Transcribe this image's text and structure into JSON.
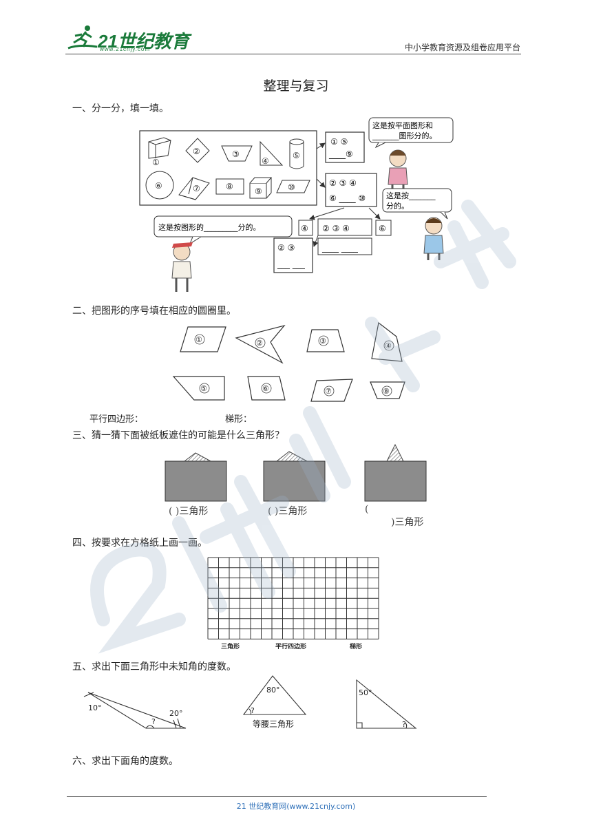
{
  "header": {
    "logo_text": "21世纪教育",
    "logo_url": "www.21cnjy.com",
    "platform": "中小学教育资源及组卷应用平台"
  },
  "title": "整理与复习",
  "q1": {
    "heading": "一、分一分，填一填。",
    "shape_numbers": [
      "①",
      "②",
      "③",
      "④",
      "⑤",
      "⑥",
      "⑦",
      "⑧",
      "⑨",
      "⑩"
    ],
    "box_a_row1": "①   ⑤",
    "box_a_row2": "____⑨",
    "box_b_row1": "②  ③  ④",
    "box_b_row2": "⑥ ____ ⑩",
    "bubble_top_line1": "这是按平面图形和",
    "bubble_top_line2": "_______图形分的。",
    "bubble_mid_line1": "这是按_______",
    "bubble_mid_line2": "分的。",
    "bubble_left": "这是按图形的_________分的。",
    "box_four": "④",
    "box_middle": "②  ③  ④",
    "box_six": "⑥",
    "box_c_row1": "②   ③",
    "box_c_row2": "___ ___",
    "box_d_row2": "____ ____"
  },
  "q2": {
    "heading": "二、把图形的序号填在相应的圆圈里。",
    "shape_numbers": [
      "①",
      "②",
      "③",
      "④",
      "⑤",
      "⑥",
      "⑦",
      "⑧"
    ],
    "label_parallelogram": "平行四边形：",
    "label_trapezoid": "梯形："
  },
  "q3": {
    "heading": "三、猜一猜下面被纸板遮住的可能是什么三角形？",
    "answer1": "(      )三角形",
    "answer2": "(      )三角形",
    "answer3_open": "(",
    "answer3_close": ")三角形"
  },
  "q4": {
    "heading": "四、按要求在方格纸上画一画。",
    "labels": [
      "三角形",
      "平行四边形",
      "梯形"
    ]
  },
  "q5": {
    "heading": "五、求出下面三角形中未知角的度数。",
    "t1_angle_a": "10°",
    "t1_angle_b": "20°",
    "unknown": "?",
    "t2_angle": "80°",
    "t2_caption": "等腰三角形",
    "t3_angle": "50°"
  },
  "q6": {
    "heading": "六、求出下面角的度数。"
  },
  "footer": {
    "text": "21 世纪教育网(www.21cnjy.com)"
  },
  "colors": {
    "brand_green": "#1a7a3a",
    "footer_blue": "#2d6fb8",
    "board_gray": "#8c8c8c"
  }
}
